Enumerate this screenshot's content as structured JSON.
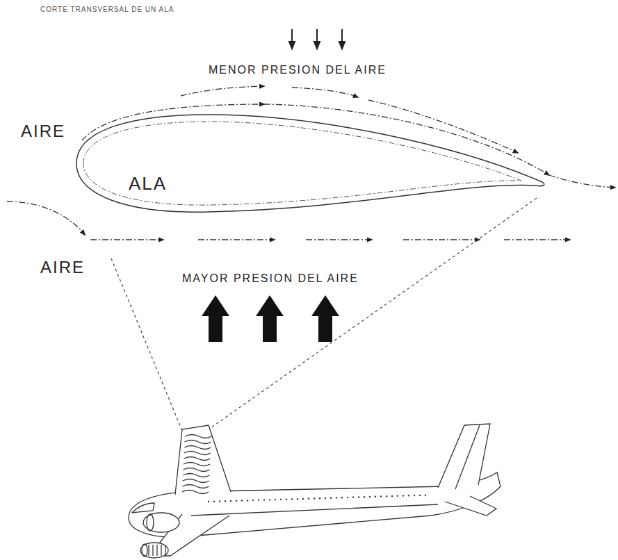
{
  "diagram": {
    "title": "CORTE TRANSVERSAL DE UN ALA",
    "nodes": [
      {
        "text": [
          "ALA"
        ]
      }
    ],
    "labels": [
      "MENOR PRESION DEL AIRE",
      "AIRE",
      "AIRE",
      "MAYOR PRESION DEL AIRE"
    ]
  }
}
